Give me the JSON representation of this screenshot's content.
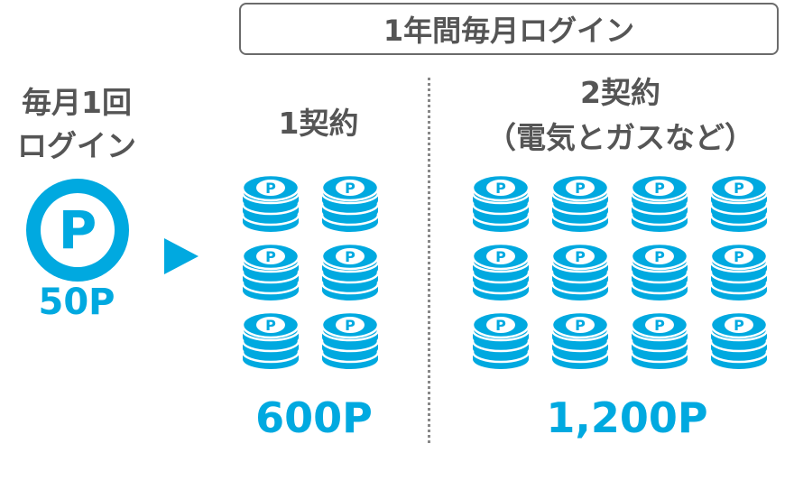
{
  "header": {
    "title": "1年間毎月ログイン"
  },
  "left": {
    "label_line1": "毎月1回",
    "label_line2": "ログイン",
    "icon_letter": "P",
    "value": "50P"
  },
  "one_contract": {
    "title": "1契約",
    "coin_count": 6,
    "columns": 2,
    "total": "600P"
  },
  "two_contracts": {
    "title_line1": "2契約",
    "title_line2": "（電気とガスなど）",
    "coin_count": 12,
    "columns": 4,
    "total": "1,200P"
  },
  "coin_letter": "P",
  "colors": {
    "accent": "#00a9e0",
    "text": "#555555",
    "border": "#6b6b6b"
  }
}
